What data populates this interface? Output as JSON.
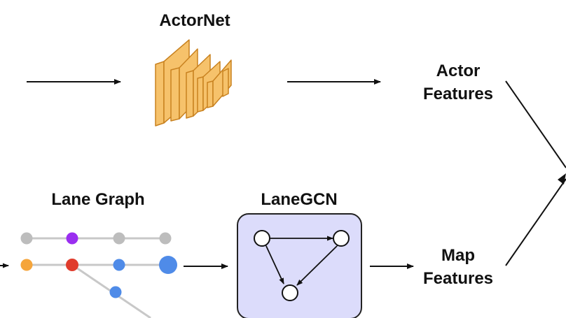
{
  "labels": {
    "actornet": "ActorNet",
    "actor_features_line1": "Actor",
    "actor_features_line2": "Features",
    "lane_graph": "Lane Graph",
    "lanegcn": "LaneGCN",
    "map_features_line1": "Map",
    "map_features_line2": "Features"
  },
  "colors": {
    "actornet_fill": "#f6c26b",
    "actornet_stroke": "#c8811f",
    "gcn_box_fill": "#dcdcfb",
    "gcn_box_stroke": "#222222",
    "node_gray": "#bdbdbd",
    "node_purple": "#9a2ef0",
    "node_orange": "#f5a53b",
    "node_red": "#e03c2c",
    "node_blue": "#4f8be8",
    "lane_line": "#c8c8c8",
    "arrow": "#111111"
  }
}
